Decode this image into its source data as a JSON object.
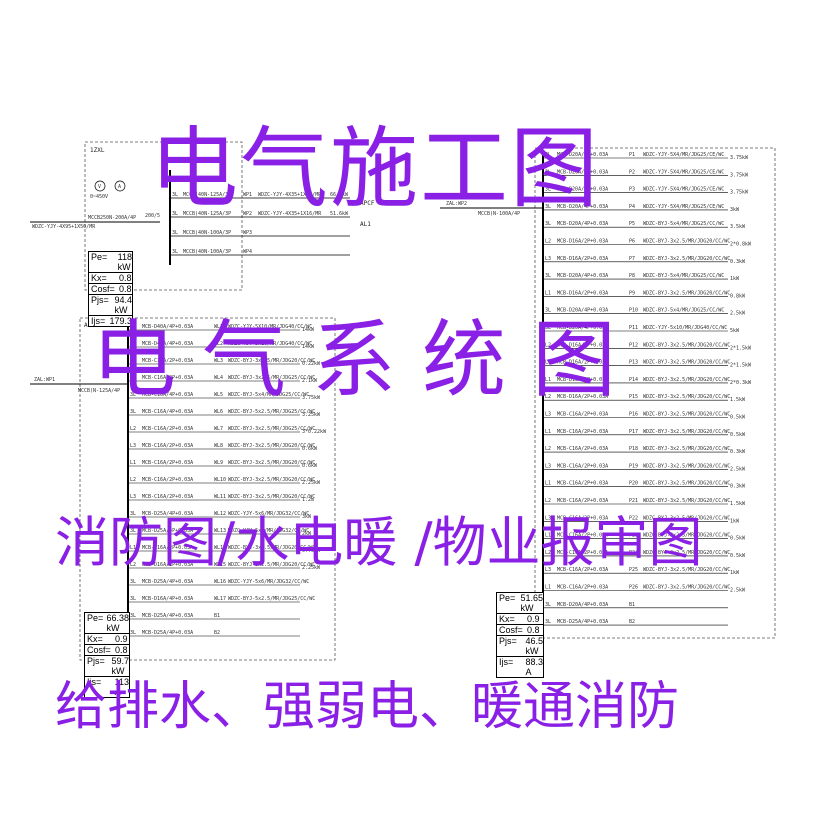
{
  "overlay": {
    "line1": "电气施工图",
    "line2": "电气系统图",
    "line3": "消防图/水电暖 /物业报审图",
    "line4": "给排水、强弱电、暖通消防"
  },
  "top_left_panel": {
    "name": "1ZXL",
    "meters": [
      "V",
      "A"
    ],
    "voltage": "0~450V",
    "incoming": "WDZC-YJY-4X95+1X50/MR",
    "main_breaker": "MCCB250N-200A/4P",
    "ct": "200/5",
    "branches": [
      {
        "breaker": "MCCB(40N-125A/3P",
        "circuit": "WP1",
        "cable": "WDZC-YJY-4X35+1X16/MR",
        "load": "66.3kW"
      },
      {
        "breaker": "MCCB(40N-125A/3P",
        "circuit": "WP2",
        "cable": "WDZC-YJY-4X35+1X16/MR",
        "load": "51.6kW"
      },
      {
        "breaker": "MCCB(40N-100A/3P",
        "circuit": "WP3",
        "cable": "",
        "load": ""
      },
      {
        "breaker": "MCCB(40N-100A/3P",
        "circuit": "WP4",
        "cable": "",
        "load": ""
      }
    ],
    "outputs": [
      "APCF",
      "AL1"
    ],
    "summary": [
      {
        "k": "Pe=",
        "v": "118",
        "u": "kW"
      },
      {
        "k": "Kx=",
        "v": "0.8",
        "u": ""
      },
      {
        "k": "Cosf=",
        "v": "0.8",
        "u": ""
      },
      {
        "k": "Pjs=",
        "v": "94.4",
        "u": "kW"
      },
      {
        "k": "Ijs=",
        "v": "179.3",
        "u": ""
      }
    ]
  },
  "left_panel": {
    "name": "APCF",
    "incoming": "ZAL:WP1",
    "main_breaker": "MCCB(N-125A/4P",
    "rows": [
      {
        "phase": "3L",
        "breaker": "MCB-D40A/4P+0.03A",
        "circuit": "WL1",
        "cable": "WDZC-YJY-5X10/MR/JDG40/CC/WC",
        "load": "14kW"
      },
      {
        "phase": "3L",
        "breaker": "MCB-D40A/4P+0.03A",
        "circuit": "WL2",
        "cable": "WDZC-YJY-5X10/MR/JDG40/CC/WC",
        "load": "14kW"
      },
      {
        "phase": "L1",
        "breaker": "MCB-C16A/2P+0.03A",
        "circuit": "WL3",
        "cable": "WDZC-BYJ-3x2.5/MR/JDG20/CC/WC",
        "load": "0.22kW"
      },
      {
        "phase": "L2",
        "breaker": "MCB-C16A/2P+0.03A",
        "circuit": "WL4",
        "cable": "WDZC-BYJ-3x2.5/MR/JDG25/CC/WC",
        "load": "2.1kW"
      },
      {
        "phase": "3L",
        "breaker": "MCB-C16A/4P+0.03A",
        "circuit": "WL5",
        "cable": "WDZC-BYJ-5x4/MR/JDG25/CC/WC",
        "load": "3.75kW"
      },
      {
        "phase": "3L",
        "breaker": "MCB-C16A/4P+0.03A",
        "circuit": "WL6",
        "cable": "WDZC-BYJ-5x2.5/MR/JDG25/CC/WC",
        "load": "3.25kW"
      },
      {
        "phase": "L2",
        "breaker": "MCB-C16A/2P+0.03A",
        "circuit": "WL7",
        "cable": "WDZC-BYJ-3x2.5/MR/JDG25/CC/WC",
        "load": "3*0.22kW"
      },
      {
        "phase": "L3",
        "breaker": "MCB-C16A/2P+0.03A",
        "circuit": "WL8",
        "cable": "WDZC-BYJ-3x2.5/MR/JDG20/CC/WC",
        "load": "0.6kW"
      },
      {
        "phase": "L1",
        "breaker": "MCB-C16A/2P+0.03A",
        "circuit": "WL9",
        "cable": "WDZC-BYJ-3x2.5/MR/JDG20/CC/WC",
        "load": "0.6kW"
      },
      {
        "phase": "L2",
        "breaker": "MCB-C16A/2P+0.03A",
        "circuit": "WL10",
        "cable": "WDZC-BYJ-3x2.5/MR/JDG20/CC/WC",
        "load": "2.25kW"
      },
      {
        "phase": "L3",
        "breaker": "MCB-C16A/2P+0.03A",
        "circuit": "WL11",
        "cable": "WDZC-BYJ-3x2.5/MR/JDG20/CC/WC",
        "load": "1.2m"
      },
      {
        "phase": "3L",
        "breaker": "MCB-D25A/4P+0.03A",
        "circuit": "WL12",
        "cable": "WDZC-YJY-5x6/MR/JDG32/CC/WC",
        "load": "3kW"
      },
      {
        "phase": "3L",
        "breaker": "MCB-D25A/4P+0.03A",
        "circuit": "WL13",
        "cable": "WDZC-YJY-5x6/MR/JDG32/CC/WC",
        "load": "2kW"
      },
      {
        "phase": "L1",
        "breaker": "MCB-C16A/2P+0.03A",
        "circuit": "WL14",
        "cable": "WDZC-BYJ-3x2.5/MR/JDG20/CC/WC",
        "load": "0.75kW"
      },
      {
        "phase": "L2",
        "breaker": "MCB-D16A/2P+0.03A",
        "circuit": "WL15",
        "cable": "WDZC-BYJ-3x2.5/MR/JDG20/CC/WC",
        "load": "2.25kW"
      },
      {
        "phase": "3L",
        "breaker": "MCB-D25A/4P+0.03A",
        "circuit": "WL16",
        "cable": "WDZC-YJY-5x6/MR/JDG32/CC/WC",
        "load": ""
      },
      {
        "phase": "3L",
        "breaker": "MCB-D16A/4P+0.03A",
        "circuit": "WL17",
        "cable": "WDZC-BYJ-5x2.5/MR/JDG25/CC/WC",
        "load": ""
      },
      {
        "phase": "3L",
        "breaker": "MCB-D25A/4P+0.03A",
        "circuit": "B1",
        "cable": "",
        "load": ""
      },
      {
        "phase": "3L",
        "breaker": "MCB-D25A/4P+0.03A",
        "circuit": "B2",
        "cable": "",
        "load": ""
      }
    ],
    "summary": [
      {
        "k": "Pe=",
        "v": "66.38",
        "u": "kW"
      },
      {
        "k": "Kx=",
        "v": "0.9",
        "u": ""
      },
      {
        "k": "Cosf=",
        "v": "0.8",
        "u": ""
      },
      {
        "k": "Pjs=",
        "v": "59.7",
        "u": "kW"
      },
      {
        "k": "Ijs=",
        "v": "113",
        "u": "A"
      }
    ]
  },
  "right_panel": {
    "incoming": "ZAL:WP2",
    "main_breaker": "MCCB(N-100A/4P",
    "rows": [
      {
        "phase": "3L",
        "breaker": "MCB-D20A/4P+0.03A",
        "circuit": "P1",
        "cable": "WDZC-YJY-5X4/MR/JDG25/CE/WC",
        "load": "3.75kW"
      },
      {
        "phase": "3L",
        "breaker": "MCB-D20A/4P+0.03A",
        "circuit": "P2",
        "cable": "WDZC-YJY-5X4/MR/JDG25/CE/WC",
        "load": "3.75kW"
      },
      {
        "phase": "3L",
        "breaker": "MCB-D20A/4P+0.03A",
        "circuit": "P3",
        "cable": "WDZC-YJY-5X4/MR/JDG25/CE/WC",
        "load": "3.75kW"
      },
      {
        "phase": "3L",
        "breaker": "MCB-D20A/4P+0.03A",
        "circuit": "P4",
        "cable": "WDZC-YJY-5X4/MR/JDG25/CE/WC",
        "load": "3kW"
      },
      {
        "phase": "3L",
        "breaker": "MCB-D20A/4P+0.03A",
        "circuit": "P5",
        "cable": "WDZC-BYJ-5x4/MR/JDG25/CC/WC",
        "load": "3.5kW"
      },
      {
        "phase": "L2",
        "breaker": "MCB-D16A/2P+0.03A",
        "circuit": "P6",
        "cable": "WDZC-BYJ-3x2.5/MR/JDG20/CC/WC",
        "load": "2*0.8kW"
      },
      {
        "phase": "L3",
        "breaker": "MCB-D16A/2P+0.03A",
        "circuit": "P7",
        "cable": "WDZC-BYJ-3x2.5/MR/JDG20/CC/WC",
        "load": "0.3kW"
      },
      {
        "phase": "3L",
        "breaker": "MCB-D20A/4P+0.03A",
        "circuit": "P8",
        "cable": "WDZC-BYJ-5x4/MR/JDG25/CC/WC",
        "load": "1kW"
      },
      {
        "phase": "L1",
        "breaker": "MCB-D16A/2P+0.03A",
        "circuit": "P9",
        "cable": "WDZC-BYJ-3x2.5/MR/JDG20/CC/WC",
        "load": "0.8kW"
      },
      {
        "phase": "3L",
        "breaker": "MCB-D20A/4P+0.03A",
        "circuit": "P10",
        "cable": "WDZC-BYJ-5x4/MR/JDG25/CC/WC",
        "load": "2.5kW"
      },
      {
        "phase": "3L",
        "breaker": "MCB-D20A/4P+0.03A",
        "circuit": "P11",
        "cable": "WDZC-YJY-5x10/MR/JDG40/CC/WC",
        "load": "5kW"
      },
      {
        "phase": "L2",
        "breaker": "MCB-D16A/2P+0.03A",
        "circuit": "P12",
        "cable": "WDZC-BYJ-3x2.5/MR/JDG20/CC/WC",
        "load": "2*1.5kW"
      },
      {
        "phase": "L3",
        "breaker": "MCB-D16A/2P+0.03A",
        "circuit": "P13",
        "cable": "WDZC-BYJ-3x2.5/MR/JDG20/CC/WC",
        "load": "2*1.5kW"
      },
      {
        "phase": "L1",
        "breaker": "MCB-D16A/2P+0.03A",
        "circuit": "P14",
        "cable": "WDZC-BYJ-3x2.5/MR/JDG20/CC/WC",
        "load": "2*0.3kW"
      },
      {
        "phase": "L2",
        "breaker": "MCB-D16A/2P+0.03A",
        "circuit": "P15",
        "cable": "WDZC-BYJ-3x2.5/MR/JDG20/CC/WC",
        "load": "1.5kW"
      },
      {
        "phase": "L3",
        "breaker": "MCB-C16A/2P+0.03A",
        "circuit": "P16",
        "cable": "WDZC-BYJ-3x2.5/MR/JDG20/CC/WC",
        "load": "0.5kW"
      },
      {
        "phase": "L1",
        "breaker": "MCB-C16A/2P+0.03A",
        "circuit": "P17",
        "cable": "WDZC-BYJ-3x2.5/MR/JDG20/CC/WC",
        "load": "0.5kW"
      },
      {
        "phase": "L2",
        "breaker": "MCB-C16A/2P+0.03A",
        "circuit": "P18",
        "cable": "WDZC-BYJ-3x2.5/MR/JDG20/CC/WC",
        "load": "0.3kW"
      },
      {
        "phase": "L3",
        "breaker": "MCB-C16A/2P+0.03A",
        "circuit": "P19",
        "cable": "WDZC-BYJ-3x2.5/MR/JDG20/CC/WC",
        "load": "2.5kW"
      },
      {
        "phase": "L1",
        "breaker": "MCB-C16A/2P+0.03A",
        "circuit": "P20",
        "cable": "WDZC-BYJ-3x2.5/MR/JDG20/CC/WC",
        "load": "0.3kW"
      },
      {
        "phase": "L2",
        "breaker": "MCB-C16A/2P+0.03A",
        "circuit": "P21",
        "cable": "WDZC-BYJ-3x2.5/MR/JDG20/CC/WC",
        "load": "1.5kW"
      },
      {
        "phase": "L3",
        "breaker": "MCB-C16A/2P+0.03A",
        "circuit": "P22",
        "cable": "WDZC-BYJ-3x2.5/MR/JDG20/CC/WC",
        "load": "1kW"
      },
      {
        "phase": "L1",
        "breaker": "MCB-C16A/2P+0.03A",
        "circuit": "P23",
        "cable": "WDZC-BYJ-3x2.5/MR/JDG20/CC/WC",
        "load": "0.5kW"
      },
      {
        "phase": "L2",
        "breaker": "MCB-C16A/2P+0.03A",
        "circuit": "P24",
        "cable": "WDZC-BYJ-3x2.5/MR/JDG20/CC/WC",
        "load": "0.5kW"
      },
      {
        "phase": "L3",
        "breaker": "MCB-C16A/2P+0.03A",
        "circuit": "P25",
        "cable": "WDZC-BYJ-3x2.5/MR/JDG20/CC/WC",
        "load": "1kW"
      },
      {
        "phase": "L1",
        "breaker": "MCB-C16A/2P+0.03A",
        "circuit": "P26",
        "cable": "WDZC-BYJ-3x2.5/MR/JDG20/CC/WC",
        "load": "2.5kW"
      },
      {
        "phase": "3L",
        "breaker": "MCB-D20A/4P+0.03A",
        "circuit": "B1",
        "cable": "",
        "load": ""
      },
      {
        "phase": "3L",
        "breaker": "MCB-D25A/4P+0.03A",
        "circuit": "B2",
        "cable": "",
        "load": ""
      }
    ],
    "summary": [
      {
        "k": "Pe=",
        "v": "51.65",
        "u": "kW"
      },
      {
        "k": "Kx=",
        "v": "0.9",
        "u": ""
      },
      {
        "k": "Cosf=",
        "v": "0.8",
        "u": ""
      },
      {
        "k": "Pjs=",
        "v": "46.5",
        "u": "kW"
      },
      {
        "k": "Ijs=",
        "v": "88.3",
        "u": "A"
      }
    ]
  },
  "colors": {
    "overlay": "#8a1fe6",
    "lines": "#000000"
  }
}
